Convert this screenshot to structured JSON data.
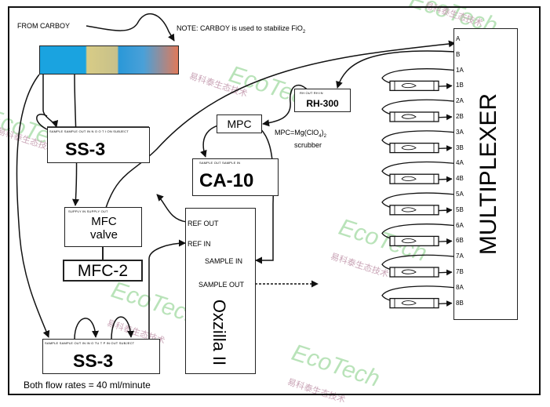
{
  "labels": {
    "from_carboy": "FROM CARBOY",
    "note_prefix": "NOTE: CARBOY is used to stabilize FiO",
    "note_sub": "2",
    "mpc_note_line1": "MPC=Mg(ClO",
    "mpc_note_sub1": "4",
    "mpc_note_close": ")",
    "mpc_note_sub2": "2",
    "mpc_note_line2": "scrubber",
    "flow_rates": "Both flow rates = 40 ml/minute"
  },
  "components": {
    "ss3_top": {
      "name": "SS-3",
      "ports": "SAMPLE SAMPLE OUT IN N  O  O  T  I  ON  SUBJECT"
    },
    "ss3_bottom": {
      "name": "SS-3",
      "ports": "SAMPLE SAMPLE OUT IN IN  O  TU  T  P  IN  OUT SUBJECT"
    },
    "mfc_valve": {
      "line1": "MFC",
      "line2": "valve",
      "ports": "SUPPLY IN    SUPPLY OUT"
    },
    "mfc2": {
      "name": "MFC-2"
    },
    "mpc": {
      "name": "MPC"
    },
    "ca10": {
      "name": "CA-10",
      "ports": "SAMPLE OUT    SAMPLE IN"
    },
    "rh300": {
      "name": "RH-300",
      "ports": "RH OUT    RH IN"
    },
    "oxzilla": {
      "name": "Oxzilla II",
      "ref_out": "REF OUT",
      "ref_in": "REF IN",
      "sample_in": "SAMPLE IN",
      "sample_out": "SAMPLE OUT"
    },
    "multiplexer": {
      "name": "MULTIPLEXER",
      "ports": [
        "A",
        "B",
        "1A",
        "1B",
        "2A",
        "2B",
        "3A",
        "3B",
        "4A",
        "4B",
        "5A",
        "5B",
        "6A",
        "6B",
        "7A",
        "7B",
        "8A",
        "8B"
      ]
    }
  },
  "watermarks": {
    "brand": "EcoTech",
    "chinese": "易科泰生态技术"
  },
  "colors": {
    "carboy_blue": "#1aa3e0",
    "carboy_yellow": "#d8cc86",
    "carboy_orange": "#e07a5a",
    "watermark_green": "#8cd08c"
  }
}
